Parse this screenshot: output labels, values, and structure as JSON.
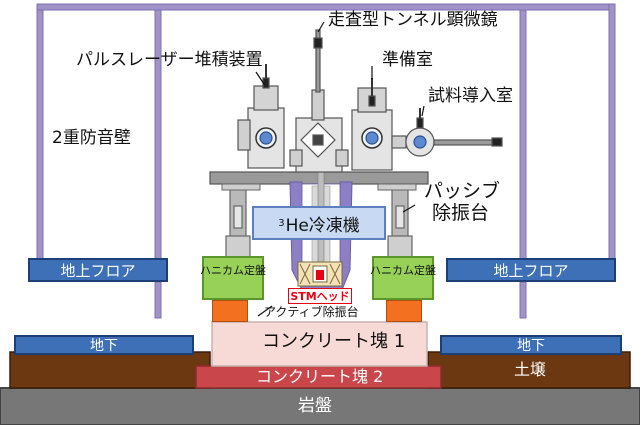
{
  "labels": {
    "stm_microscope": "走査型トンネル顕微鏡",
    "pulse_laser": "パルスレーザー堆積装置",
    "prep_chamber": "準備室",
    "sample_intro": "試料導入室",
    "soundproof_wall": "2重防音壁",
    "passive_isolation_line1": "パッシブ",
    "passive_isolation_line2": "除振台",
    "cryostat_sup": "3",
    "cryostat": "He冷凍機",
    "upper_floor_left": "地上フロア",
    "upper_floor_right": "地上フロア",
    "honeycomb_left": "ハニカム定盤",
    "honeycomb_right": "ハニカム定盤",
    "stm_head": "STMヘッド",
    "active_isolation": "アクティブ除振台",
    "basement_left": "地下",
    "basement_right": "地下",
    "concrete_block_1": "コンクリート塊 1",
    "concrete_block_2": "コンクリート塊 2",
    "soil": "土壌",
    "bedrock": "岩盤"
  },
  "colors": {
    "wall": "#9d8fc4",
    "floor": "#3d70b7",
    "honeycomb": "#97d157",
    "active": "#f2701f",
    "block1": "#f7d9d4",
    "block2": "#c9474b",
    "soil": "#6b3812",
    "bedrock": "#7a7a7a",
    "cryostat": "#c7d9f3",
    "stm_head_border": "#e60012"
  }
}
